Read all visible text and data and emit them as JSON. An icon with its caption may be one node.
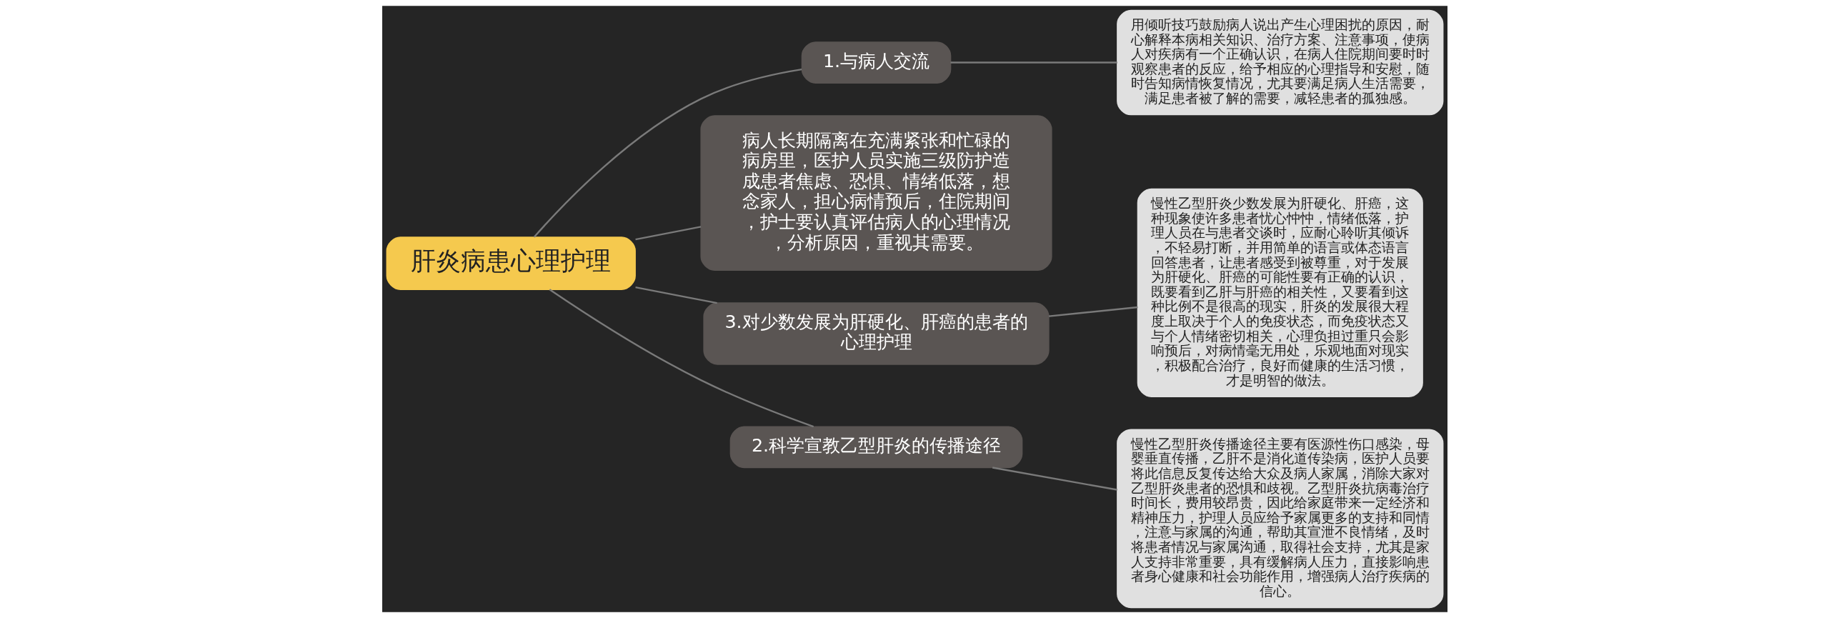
{
  "diagram": {
    "nodes": [
      {
        "text": [
          "肝炎病患心理护理"
        ]
      },
      {
        "text": [
          "1.与病人交流"
        ]
      },
      {
        "text": [
          "用倾听技巧鼓励病人说出产生心理困扰的原因，耐心解释本病相关知识、治疗方案、注意事项，使病人对疾病有一个正确认识，在病人住院期间要时时观察患者的反应，给予相应的心理指导和安慰，随时告知病情恢复情况，尤其要满足病人生活需要，满足患者被了解的需要，减轻患者的孤独感。"
        ]
      },
      {
        "text": [
          "病人长期隔离在充满紧张和忙碌的病房里，医护人员实施三级防护造成患者焦虑、恐惧、情绪低落，想念家人，担心病情预后，住院期间，护士要认真评估病人的心理情况，分析原因，重视其需要。"
        ]
      },
      {
        "text": [
          "3.对少数发展为肝硬化、肝癌的患者的心理护理"
        ]
      },
      {
        "text": [
          "慢性乙型肝炎少数发展为肝硬化、肝癌，这种现象使许多患者忧心忡忡，情绪低落，护理人员在与患者交谈时，应耐心聆听其倾诉，不轻易打断，并用简单的语言或体态语言回答患者，让患者感受到被尊重，对于发展为肝硬化、肝癌的可能性要有正确的认识，既要看到乙肝与肝癌的相关性，又要看到这种比例不是很高的现实，肝炎的发展很大程度上取决于个人的免疫状态，而免疫状态又与个人情绪密切相关，心理负担过重只会影响预后，对病情毫无用处，乐观地面对现实，积极配合治疗，良好而健康的生活习惯，才是明智的做法。"
        ]
      },
      {
        "text": [
          "2.科学宣教乙型肝炎的传播途径"
        ]
      },
      {
        "text": [
          "慢性乙型肝炎传播途径主要有医源性伤口感染，母婴垂直传播，乙肝不是消化道传染病，医护人员要将此信息反复传达给大众及病人家属，消除大家对乙型肝炎患者的恐惧和歧视。乙型肝炎抗病毒治疗时间长，费用较昂贵，因此给家庭带来一定经济和精神压力，护理人员应给予家属更多的支持和同情，注意与家属的沟通，帮助其宣泄不良情绪，及时将患者情况与家属沟通，取得社会支持，尤其是家人支持非常重要，具有缓解病人压力，直接影响患者身心健康和社会功能作用，增强病人治疗疾病的信心。"
        ]
      }
    ],
    "edges": [
      {
        "from": 0,
        "to": 1,
        "arrow": "none"
      },
      {
        "from": 1,
        "to": 2,
        "arrow": "none"
      },
      {
        "from": 0,
        "to": 3,
        "arrow": "none"
      },
      {
        "from": 0,
        "to": 4,
        "arrow": "none"
      },
      {
        "from": 4,
        "to": 5,
        "arrow": "none"
      },
      {
        "from": 0,
        "to": 6,
        "arrow": "none"
      },
      {
        "from": 6,
        "to": 7,
        "arrow": "none"
      }
    ]
  }
}
